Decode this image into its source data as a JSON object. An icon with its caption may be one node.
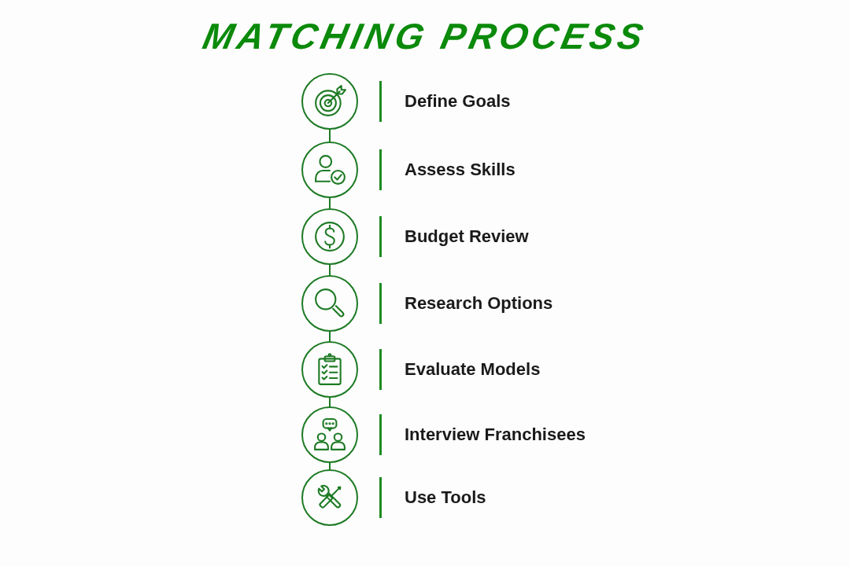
{
  "diagram": {
    "title": "MATCHING PROCESS",
    "nodes": [
      {
        "text": [],
        "shape": "circle",
        "beside": [
          "Define Goals"
        ]
      },
      {
        "text": [],
        "shape": "circle",
        "beside": [
          "Assess Skills"
        ]
      },
      {
        "text": [],
        "shape": "circle",
        "beside": [
          "Budget Review"
        ]
      },
      {
        "text": [],
        "shape": "circle",
        "beside": [
          "Research Options"
        ]
      },
      {
        "text": [],
        "shape": "circle",
        "beside": [
          "Evaluate Models"
        ]
      },
      {
        "text": [],
        "shape": "circle",
        "beside": [
          "Interview Franchisees"
        ]
      },
      {
        "text": [],
        "shape": "circle",
        "beside": [
          "Use Tools"
        ]
      }
    ],
    "edges": [
      {
        "from": 0,
        "to": 1,
        "arrow": "none"
      },
      {
        "from": 1,
        "to": 2,
        "arrow": "none"
      },
      {
        "from": 2,
        "to": 3,
        "arrow": "none"
      },
      {
        "from": 3,
        "to": 4,
        "arrow": "none"
      },
      {
        "from": 4,
        "to": 5,
        "arrow": "none"
      },
      {
        "from": 5,
        "to": 6,
        "arrow": "none"
      }
    ]
  }
}
